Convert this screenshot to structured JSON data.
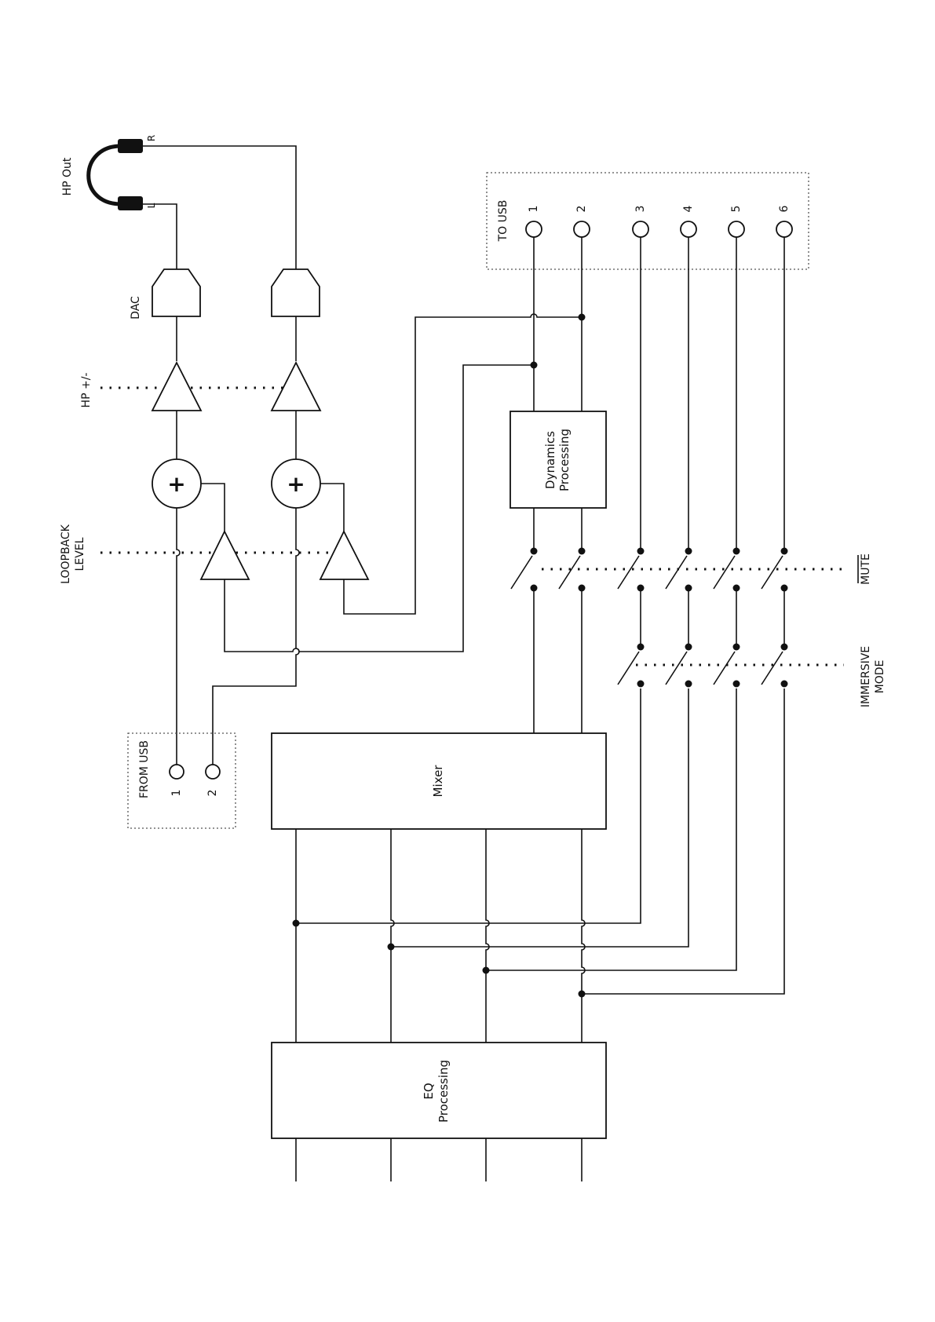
{
  "diagram": {
    "labels": {
      "hp_out": "HP Out",
      "hp_r": "R",
      "hp_l": "L",
      "dac": "DAC",
      "hp_level": "HP +/-",
      "loopback_1": "LOOPBACK",
      "loopback_2": "LEVEL",
      "to_usb": "TO USB",
      "from_usb": "FROM USB",
      "mute": "MUTE",
      "immersive_1": "IMMERSIVE",
      "immersive_2": "MODE",
      "sum_symbol": "+"
    },
    "blocks": {
      "dynamics_1": "Dynamics",
      "dynamics_2": "Processing",
      "mixer": "Mixer",
      "eq_1": "EQ",
      "eq_2": "Processing"
    },
    "to_usb_ports": [
      "1",
      "2",
      "3",
      "4",
      "5",
      "6"
    ],
    "from_usb_ports": [
      "1",
      "2"
    ]
  }
}
